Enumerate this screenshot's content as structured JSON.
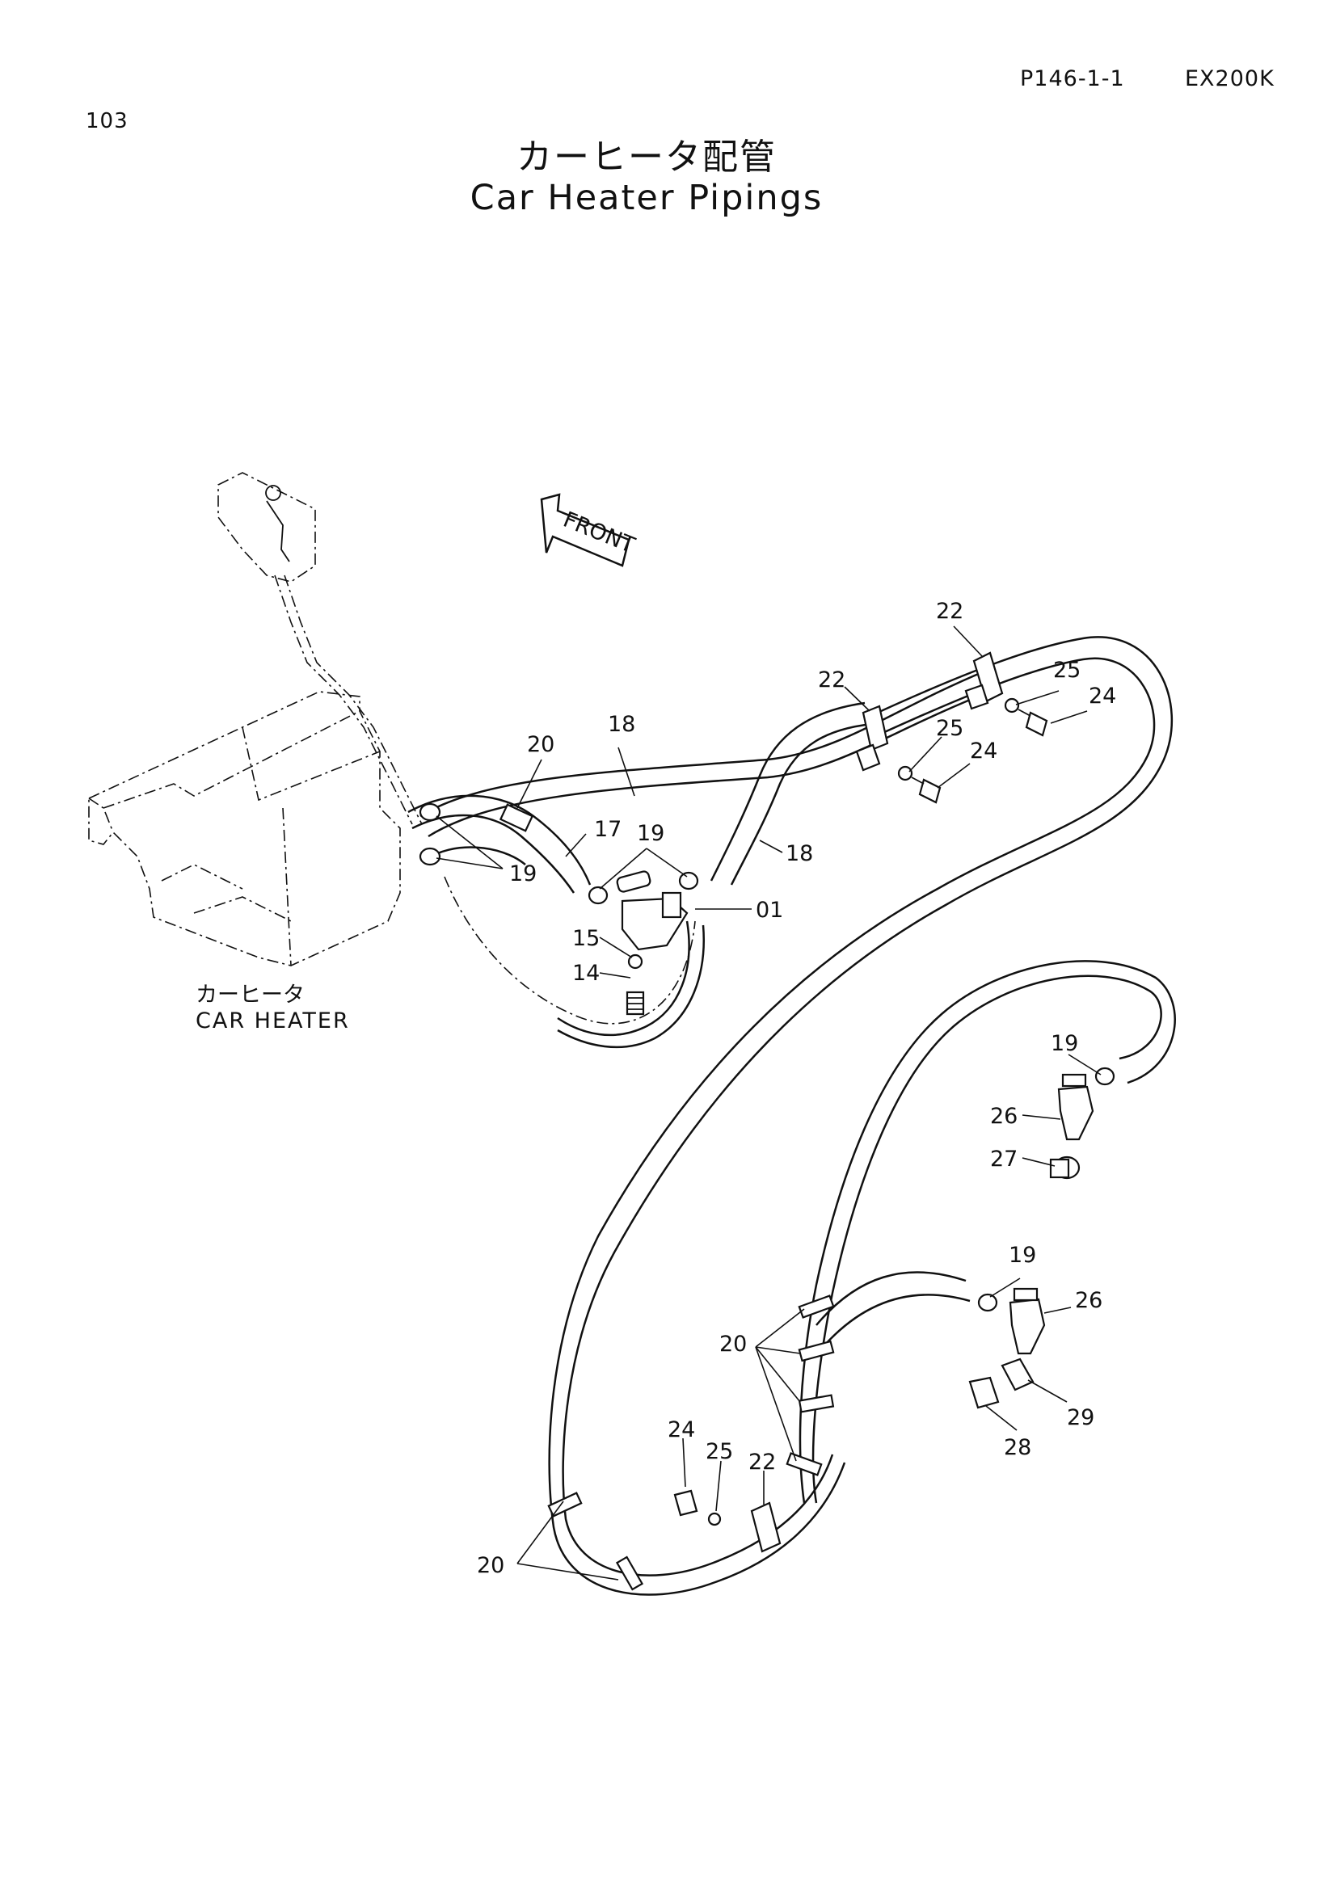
{
  "header": {
    "page_number": "103",
    "reference": "P146-1-1",
    "model": "EX200K"
  },
  "title": {
    "japanese": "カーヒータ配管",
    "english": "Car Heater Pipings"
  },
  "diagram": {
    "front_arrow_label": "FRONT",
    "car_heater_label_ja": "カーヒータ",
    "car_heater_label_en": "CAR HEATER",
    "callouts": {
      "c22a": "22",
      "c22b": "22",
      "c22c": "22",
      "c25a": "25",
      "c25b": "25",
      "c25c": "25",
      "c24a": "24",
      "c24b": "24",
      "c24c": "24",
      "c20a": "20",
      "c20b": "20",
      "c20c": "20",
      "c18a": "18",
      "c18b": "18",
      "c17": "17",
      "c19a": "19",
      "c19b": "19",
      "c19c": "19",
      "c19d": "19",
      "c01": "01",
      "c15": "15",
      "c14": "14",
      "c26a": "26",
      "c26b": "26",
      "c27": "27",
      "c28": "28",
      "c29": "29"
    }
  }
}
